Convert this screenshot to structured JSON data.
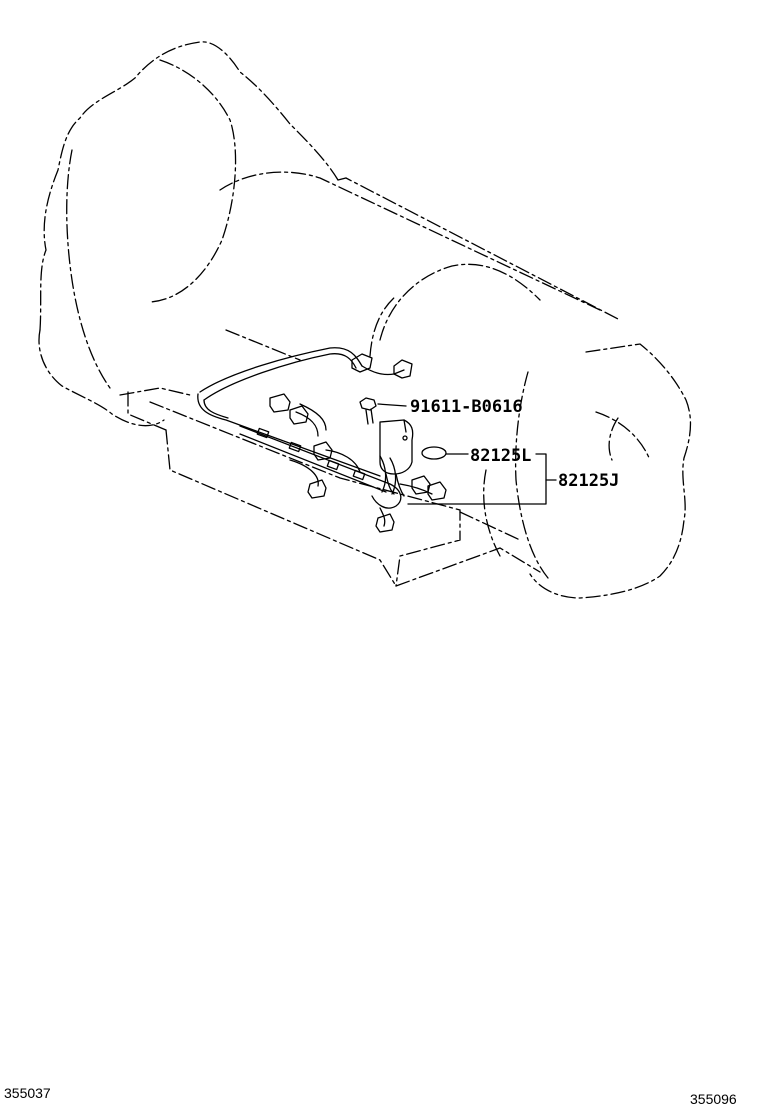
{
  "labels": {
    "bolt": "91611-B0616",
    "o_ring": "82125L",
    "wire_assy": "82125J"
  },
  "footer": {
    "left_code": "355037",
    "right_code": "355096"
  }
}
